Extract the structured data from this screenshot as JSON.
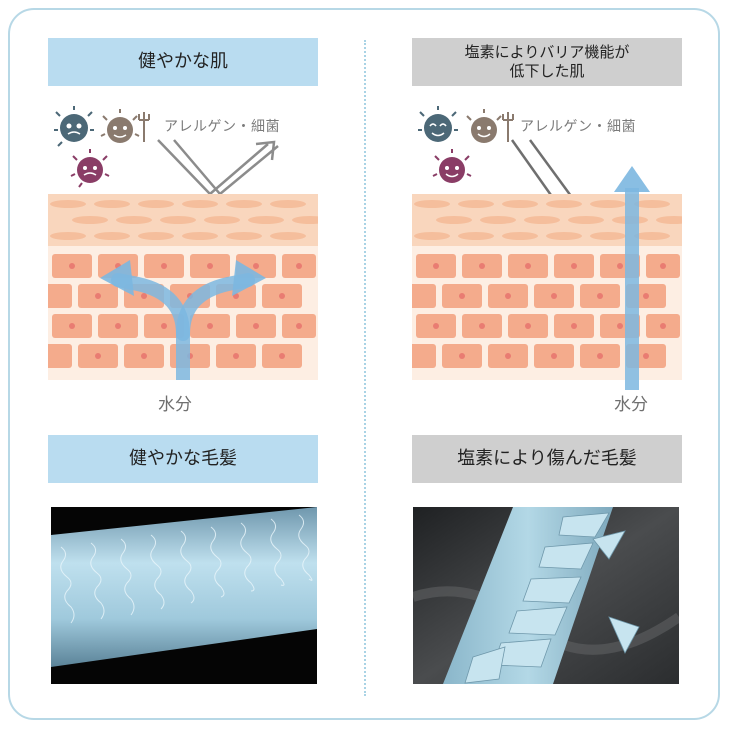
{
  "left": {
    "skin_title": "健やかな肌",
    "allergen_label": "アレルゲン・細菌",
    "water_label": "水分",
    "hair_title": "健やかな毛髪"
  },
  "right": {
    "skin_title": "塩素によりバリア機能が\n低下した肌",
    "allergen_label": "アレルゲン・細菌",
    "water_label": "水分",
    "hair_title": "塩素により傷んだ毛髪"
  },
  "colors": {
    "frame": "#b7d8e6",
    "header_blue": "#b9dcf0",
    "header_gray": "#cfcfcf",
    "skin_top": "#f6c9a8",
    "skin_cell": "#f3a888",
    "arrow_blue": "#7cb7e0",
    "hair_blue": "#9cc6d8"
  }
}
